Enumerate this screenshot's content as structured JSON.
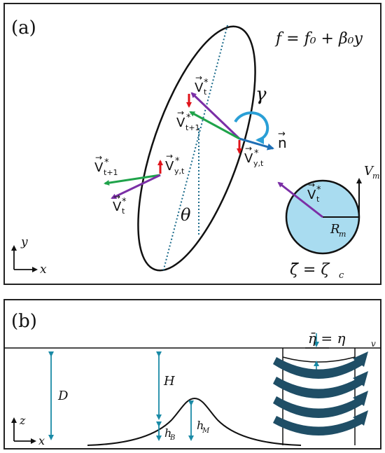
{
  "panel_a": {
    "label": "(a)",
    "formula": "f = f₀ + β₀y",
    "theta": "θ",
    "gamma": "γ",
    "n_vec": "n",
    "v_t_star": "V",
    "v_sub_t": "t",
    "v_sub_t1": "t+1",
    "v_sub_yt": "y,t",
    "star": "*",
    "axis_y": "y",
    "axis_x": "x",
    "vm": "V",
    "vm_sub": "m",
    "rm": "R",
    "rm_sub": "m",
    "zeta_eq": "ζ̄ = ζ",
    "zeta_sub": "c"
  },
  "panel_b": {
    "label": "(b)",
    "eta_eq": "η̄ = η",
    "eta_sub": "v",
    "D": "D",
    "H": "H",
    "hB": "h",
    "hB_sub": "B",
    "hM": "h",
    "hM_sub": "M",
    "axis_z": "z",
    "axis_x": "x"
  },
  "colors": {
    "purple": "#7b2fa6",
    "green": "#1fa34a",
    "red": "#e0141b",
    "blue": "#1f6fb5",
    "teal": "#1a8aa6",
    "circle_fill": "#a9dcf0",
    "vortex": "#1f4e66"
  }
}
